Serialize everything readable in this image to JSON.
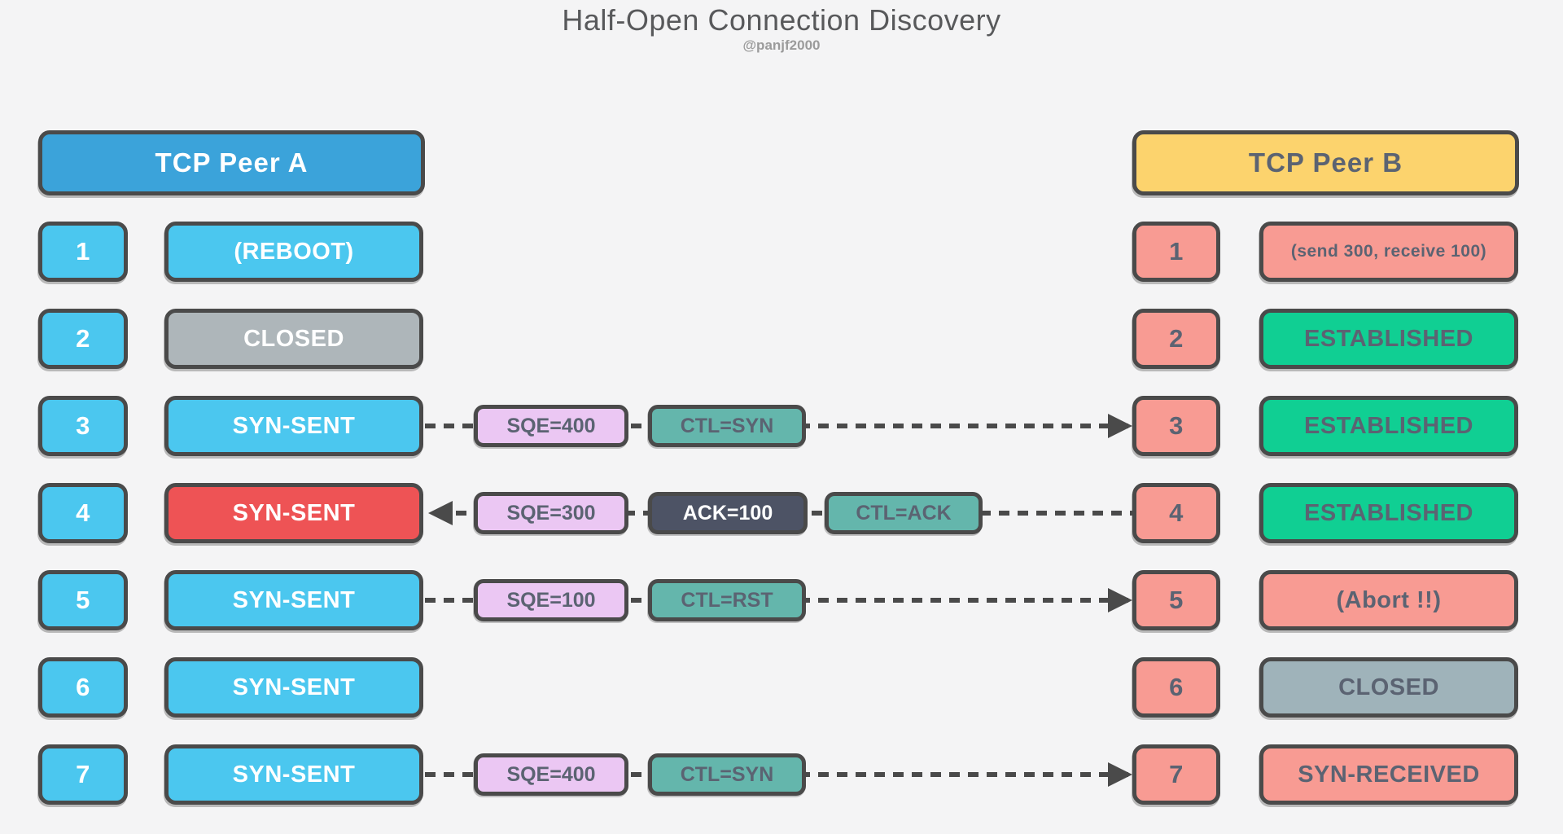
{
  "title": "Half-Open Connection Discovery",
  "subtitle": "@panjf2000",
  "peers": {
    "a": {
      "label": "TCP Peer A"
    },
    "b": {
      "label": "TCP Peer B"
    }
  },
  "rows": [
    {
      "num": "1",
      "peer_a_state": "(REBOOT)",
      "peer_b_state": "(send 300, receive 100)"
    },
    {
      "num": "2",
      "peer_a_state": "CLOSED",
      "peer_b_state": "ESTABLISHED"
    },
    {
      "num": "3",
      "peer_a_state": "SYN-SENT",
      "peer_b_state": "ESTABLISHED",
      "direction": "a-to-b",
      "segments": [
        {
          "label": "SQE=400"
        },
        {
          "label": "CTL=SYN"
        }
      ]
    },
    {
      "num": "4",
      "peer_a_state": "SYN-SENT",
      "peer_b_state": "ESTABLISHED",
      "direction": "b-to-a",
      "segments": [
        {
          "label": "SQE=300"
        },
        {
          "label": "ACK=100"
        },
        {
          "label": "CTL=ACK"
        }
      ]
    },
    {
      "num": "5",
      "peer_a_state": "SYN-SENT",
      "peer_b_state": "(Abort !!)",
      "direction": "a-to-b",
      "segments": [
        {
          "label": "SQE=100"
        },
        {
          "label": "CTL=RST"
        }
      ]
    },
    {
      "num": "6",
      "peer_a_state": "SYN-SENT",
      "peer_b_state": "CLOSED"
    },
    {
      "num": "7",
      "peer_a_state": "SYN-SENT",
      "peer_b_state": "SYN-RECEIVED",
      "direction": "a-to-b",
      "segments": [
        {
          "label": "SQE=400"
        },
        {
          "label": "CTL=SYN"
        }
      ]
    }
  ],
  "palette": {
    "background": "#f4f4f5",
    "border": "#4a4a4a",
    "peer_a_header_blue": "#3ba3da",
    "peer_b_header_yellow": "#fcd36d",
    "row_blue": "#4bc7ef",
    "row_red": "#ee5355",
    "row_salmon": "#f89b93",
    "row_green": "#10cf93",
    "gray_closed_left": "#aeb6ba",
    "gray_closed_right": "#9fb3ba",
    "segment_purple": "#ebc7f3",
    "segment_teal": "#64b6ac",
    "segment_dark": "#4d5365",
    "text_dark": "#5b6372",
    "title_text": "#58595b",
    "subtitle_text": "#9b9b9b"
  }
}
